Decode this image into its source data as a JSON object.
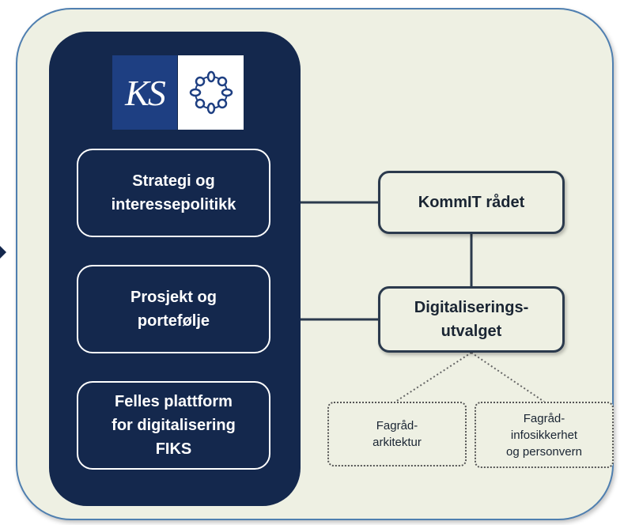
{
  "logo": {
    "text": "KS"
  },
  "boxes": {
    "strategy": "Strategi og\ninteressepolitikk",
    "project": "Prosjekt og\nportefølje",
    "platform": "Felles plattform\nfor digitalisering\nFIKS",
    "kommit": "KommIT rådet",
    "digital": "Digitaliserings-\nutvalget",
    "arch": "Fagråd-\narkitektur",
    "sec": "Fagråd-\ninfosikkerhet\nog personvern"
  },
  "colors": {
    "navy": "#14284d",
    "background": "#eef0e3",
    "border_blue": "#4f7fb0"
  }
}
